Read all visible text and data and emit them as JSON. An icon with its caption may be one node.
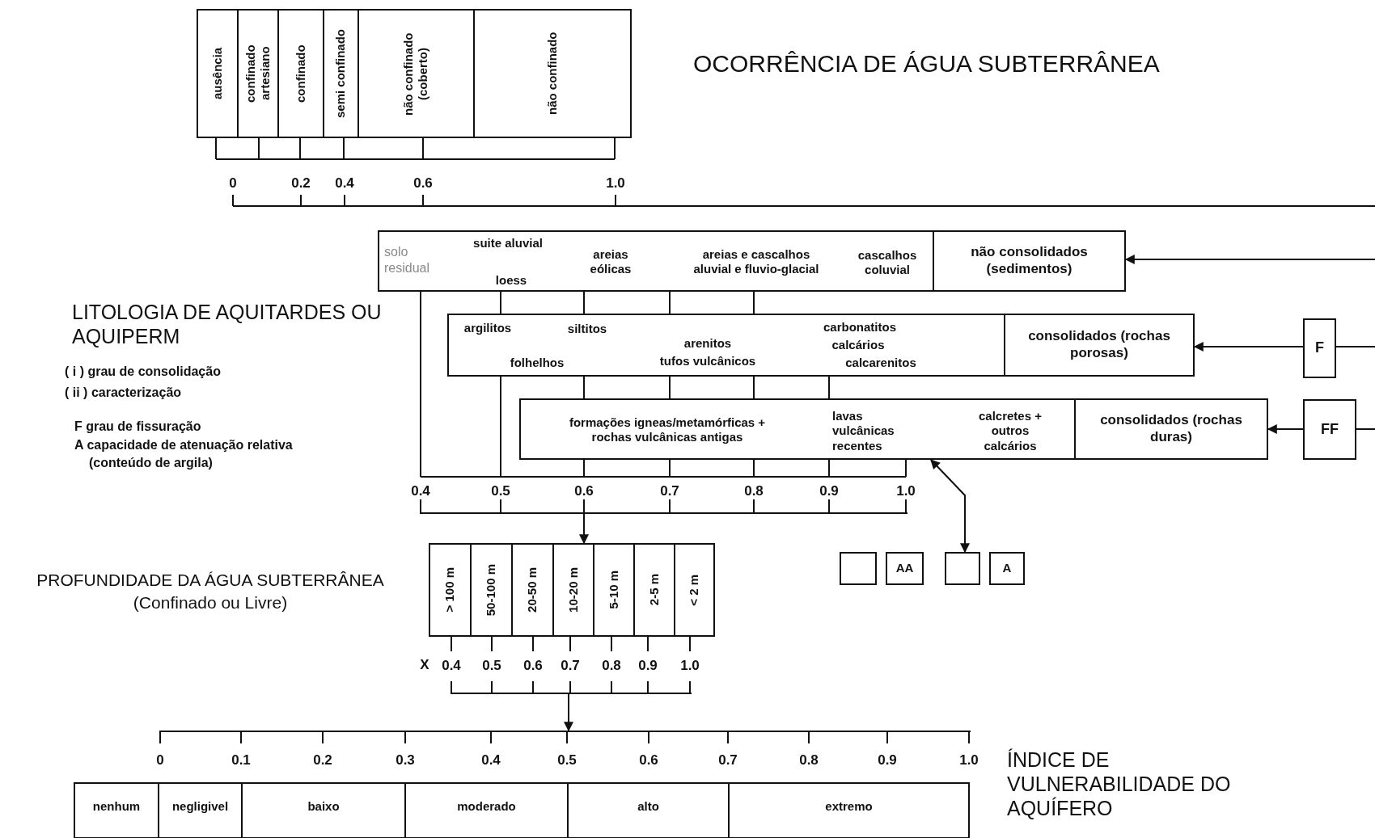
{
  "diagram": {
    "title": "OCORRÊNCIA DE ÁGUA SUBTERRÂNEA",
    "nodes": [
      {
        "text": [
          "ausência"
        ]
      },
      {
        "text": [
          "confinado artesiano"
        ]
      },
      {
        "text": [
          "confinado"
        ]
      },
      {
        "text": [
          "semi confinado"
        ]
      },
      {
        "text": [
          "não confinado (coberto)"
        ]
      },
      {
        "text": [
          "não confinado"
        ]
      },
      {
        "text": [
          "solo residual",
          "suite aluvial",
          "loess",
          "areias eólicas",
          "areias e cascalhos aluvial e fluvio-glacial",
          "cascalhos coluvial"
        ]
      },
      {
        "text": [
          "não consolidados (sedimentos)"
        ]
      },
      {
        "text": [
          "argilitos",
          "siltitos",
          "folhelhos",
          "arenitos",
          "tufos vulcânicos",
          "carbonatitos",
          "calcários",
          "calcarenitos"
        ]
      },
      {
        "text": [
          "consolidados (rochas porosas)"
        ]
      },
      {
        "text": [
          "formações igneas/metamórficas + rochas vulcânicas antigas",
          "lavas vulcânicas recentes",
          "calcretes + outros calcários"
        ]
      },
      {
        "text": [
          "consolidados (rochas duras)"
        ]
      },
      {
        "text": [
          "F"
        ]
      },
      {
        "text": [
          "FF"
        ]
      },
      {
        "text": [],
        "shape": "bar"
      },
      {
        "text": [
          "> 100 m"
        ]
      },
      {
        "text": [
          "50-100 m"
        ]
      },
      {
        "text": [
          "20-50 m"
        ]
      },
      {
        "text": [
          "10-20 m"
        ]
      },
      {
        "text": [
          "5-10 m"
        ]
      },
      {
        "text": [
          "2-5 m"
        ]
      },
      {
        "text": [
          "< 2 m"
        ]
      },
      {
        "text": [],
        "shape": "bar"
      },
      {
        "text": [],
        "shape": "box"
      },
      {
        "text": [
          "AA"
        ]
      },
      {
        "text": [],
        "shape": "box"
      },
      {
        "text": [
          "A"
        ]
      },
      {
        "text": [],
        "shape": "bar"
      },
      {
        "text": [
          "nenhum"
        ]
      },
      {
        "text": [
          "negligivel"
        ]
      },
      {
        "text": [
          "baixo"
        ]
      },
      {
        "text": [
          "moderado"
        ]
      },
      {
        "text": [
          "alto"
        ]
      },
      {
        "text": [
          "extremo"
        ]
      }
    ],
    "edges": [
      {
        "from": null,
        "to": 7,
        "arrow": "to"
      },
      {
        "from": null,
        "to": 12,
        "arrow": "none"
      },
      {
        "from": 12,
        "to": 9,
        "arrow": "to"
      },
      {
        "from": null,
        "to": 13,
        "arrow": "none"
      },
      {
        "from": 13,
        "to": 11,
        "arrow": "to"
      },
      {
        "from": 14,
        "to": 18,
        "arrow": "to"
      },
      {
        "from": 10,
        "to": 25,
        "arrow": "both"
      },
      {
        "from": 22,
        "to": 27,
        "arrow": "to"
      }
    ],
    "labels": [
      "0",
      "0.2",
      "0.4",
      "0.6",
      "1.0",
      "LITOLOGIA DE AQUITARDES OU AQUIPERM",
      "( i ) grau de consolidação",
      "( ii ) caracterização",
      "F grau de fissuração",
      "A capacidade de atenuação relativa (conteúdo de argila)",
      "0.4",
      "0.5",
      "0.6",
      "0.7",
      "0.8",
      "0.9",
      "1.0",
      "PROFUNDIDADE DA ÁGUA SUBTERRÂNEA",
      "(Confinado ou Livre)",
      "X",
      "0.4",
      "0.5",
      "0.6",
      "0.7",
      "0.8",
      "0.9",
      "1.0",
      "0",
      "0.1",
      "0.2",
      "0.3",
      "0.4",
      "0.5",
      "0.6",
      "0.7",
      "0.8",
      "0.9",
      "1.0",
      "ÍNDICE DE VULNERABILIDADE DO AQUÍFERO"
    ]
  }
}
